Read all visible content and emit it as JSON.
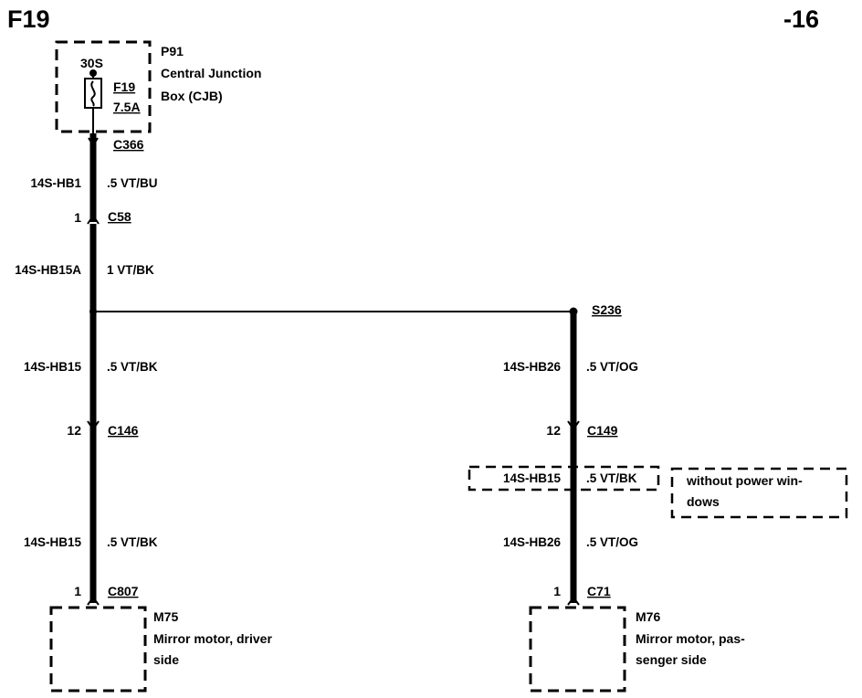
{
  "page": {
    "id_left": "F19",
    "id_right": "-16"
  },
  "fuse_box": {
    "ref": "P91",
    "name_line1": "Central Junction",
    "name_line2": "Box (CJB)",
    "terminal": "30S",
    "fuse_id": "F19",
    "fuse_rating": "7.5A"
  },
  "connectors": {
    "c366": "C366",
    "c58": "C58",
    "c58_pin": "1",
    "c146": "C146",
    "c146_pin": "12",
    "c149": "C149",
    "c149_pin": "12",
    "c807": "C807",
    "c807_pin": "1",
    "c71": "C71",
    "c71_pin": "1"
  },
  "splice": {
    "id": "S236"
  },
  "wires": {
    "w1_circuit": "14S-HB1",
    "w1_spec": ".5 VT/BU",
    "w2_circuit": "14S-HB15A",
    "w2_spec": "1 VT/BK",
    "w3_circuit": "14S-HB15",
    "w3_spec": ".5 VT/BK",
    "w4_circuit": "14S-HB26",
    "w4_spec": ".5 VT/OG",
    "w5_circuit": "14S-HB15",
    "w5_spec": ".5 VT/BK",
    "w6_circuit": "14S-HB15",
    "w6_spec": ".5 VT/BK",
    "w7_circuit": "14S-HB26",
    "w7_spec": ".5 VT/OG"
  },
  "note": {
    "line1": "without power win-",
    "line2": "dows"
  },
  "components": {
    "m75_ref": "M75",
    "m75_line1": "Mirror motor, driver",
    "m75_line2": "side",
    "m76_ref": "M76",
    "m76_line1": "Mirror motor, pas-",
    "m76_line2": "senger side"
  }
}
